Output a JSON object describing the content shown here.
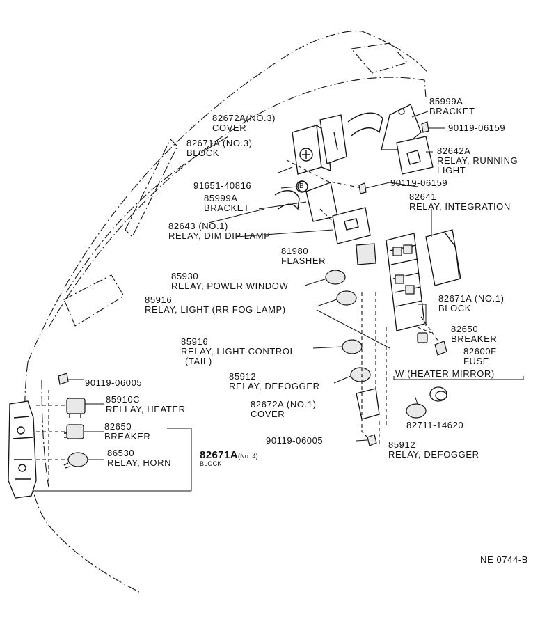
{
  "labels": {
    "p85999a_top": {
      "num": "85999A",
      "name": "BRACKET"
    },
    "p82672a_3": {
      "num": "82672A(NO.3)",
      "name": "COVER"
    },
    "p90119_a": {
      "num": "90119-06159"
    },
    "p82671a_3": {
      "num": "82671A (NO.3)",
      "name": "BLOCK"
    },
    "p82642a": {
      "num": "82642A",
      "name1": "RELAY, RUNNING",
      "name2": "LIGHT"
    },
    "p91651": {
      "num": "91651-40816"
    },
    "p90119_b": {
      "num": "90119-06159"
    },
    "p85999a_mid": {
      "num": "85999A",
      "name": "BRACKET"
    },
    "p82641": {
      "num": "82641",
      "name": "RELAY, INTEGRATION"
    },
    "p82643": {
      "num": "82643 (NO.1)",
      "name": "RELAY, DIM DIP LAMP"
    },
    "p81980": {
      "num": "81980",
      "name": "FLASHER"
    },
    "p85930": {
      "num": "85930",
      "name": "RELAY, POWER WINDOW"
    },
    "p85916_a": {
      "num": "85916",
      "name": "RELAY, LIGHT (RR FOG LAMP)"
    },
    "p82671a_1": {
      "num": "82671A (NO.1)",
      "name": "BLOCK"
    },
    "p82650_r": {
      "num": "82650",
      "name": "BREAKER"
    },
    "p85916_b": {
      "num": "85916",
      "name1": "RELAY, LIGHT CONTROL",
      "name2": "(TAIL)"
    },
    "p82600f": {
      "num": "82600F",
      "name": "FUSE"
    },
    "p85912_a": {
      "num": "85912",
      "name": "RELAY, DEFOGGER"
    },
    "w_heater": {
      "text": "W (HEATER MIRROR)"
    },
    "p90119_06005_a": {
      "num": "90119-06005"
    },
    "p85910c": {
      "num": "85910C",
      "name": "RELLAY, HEATER"
    },
    "p82672a_1": {
      "num": "82672A (NO.1)",
      "name": "COVER"
    },
    "p82711": {
      "num": "82711-14620"
    },
    "p82650_l": {
      "num": "82650",
      "name": "BREAKER"
    },
    "p90119_06005_b": {
      "num": "90119-06005"
    },
    "p86530": {
      "num": "86530",
      "name": "RELAY, HORN"
    },
    "p82671a_4": {
      "num": "82671A",
      "suffix": "(No. 4)",
      "name": "BLOCK"
    },
    "p85912_b": {
      "num": "85912",
      "name": "RELAY, DEFOGGER"
    },
    "callout_b": {
      "text": "B"
    },
    "drawing_no": {
      "text": "NE 0744-B"
    }
  }
}
